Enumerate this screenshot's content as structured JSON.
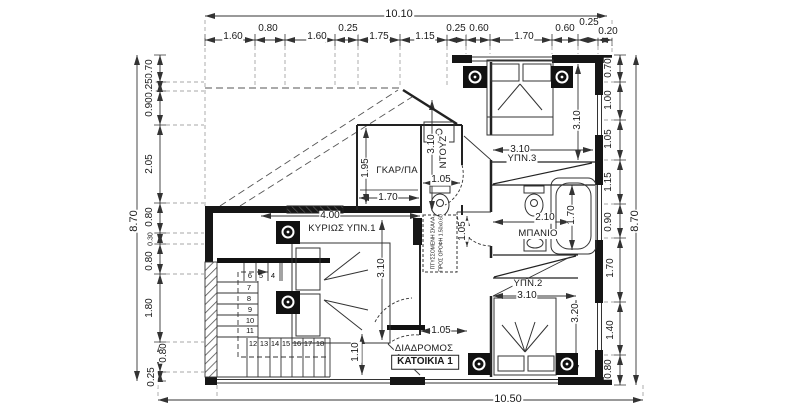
{
  "dims": {
    "top": {
      "overall": "10.10",
      "segments": [
        "1.60",
        "0.80",
        "1.60",
        "0.25",
        "1.75",
        "1.15",
        "0.25",
        "0.60",
        "1.70",
        "0.60",
        "0.25",
        "0.20"
      ]
    },
    "left": {
      "overall": "8.70",
      "segments": [
        "0.70",
        "0.25",
        "0.90",
        "2.05",
        "0.80",
        "0.30",
        "0.80",
        "1.80",
        "0.80",
        "0.25"
      ]
    },
    "right": {
      "overall": "8.70",
      "segments": [
        "0.70",
        "1.00",
        "1.05",
        "1.15",
        "0.90",
        "1.70",
        "1.40",
        "0.80"
      ]
    },
    "bottom": {
      "overall": "10.50"
    }
  },
  "rooms": {
    "master_bedroom": {
      "name": "ΚΥΡΙΩΣ ΥΠΝ.1",
      "width": "4.00",
      "depth": "3.10"
    },
    "bedroom3": {
      "name": "ΥΠΝ.3",
      "width": "3.10",
      "depth": "3.10"
    },
    "bedroom2": {
      "name": "ΥΠΝ.2",
      "width": "3.10",
      "depth": "3.20"
    },
    "bathroom": {
      "name": "ΜΠΑΝΙΟ",
      "width": "2.10",
      "tub_length": "1.70"
    },
    "shower": {
      "name": "ΝΤΟΥΖ",
      "depth": "3.10",
      "width": "1.05"
    },
    "wardrobe": {
      "name": "ΓΚΑΡ/ΠΑ",
      "depth": "1.95",
      "width": "1.70"
    },
    "corridor": {
      "name": "ΔΙΑΔΡΟΜΟΣ",
      "door_width": "1.05",
      "width": "1.10"
    },
    "attic_ladder": {
      "note_line1": "ΠΤΥΣΣΟΜΕΝΗ ΣΚΑΛΑ",
      "note_line2": "ΠΡΟΣ ΟΡΟΦΗ 1.50x0.60",
      "width": "1.05"
    }
  },
  "unit_label": "ΚΑΤΟΙΚΙΑ 1",
  "stairs": {
    "steps": [
      "4",
      "5",
      "6",
      "7",
      "8",
      "9",
      "10",
      "11",
      "12",
      "13",
      "14",
      "15",
      "16",
      "17",
      "18"
    ]
  }
}
